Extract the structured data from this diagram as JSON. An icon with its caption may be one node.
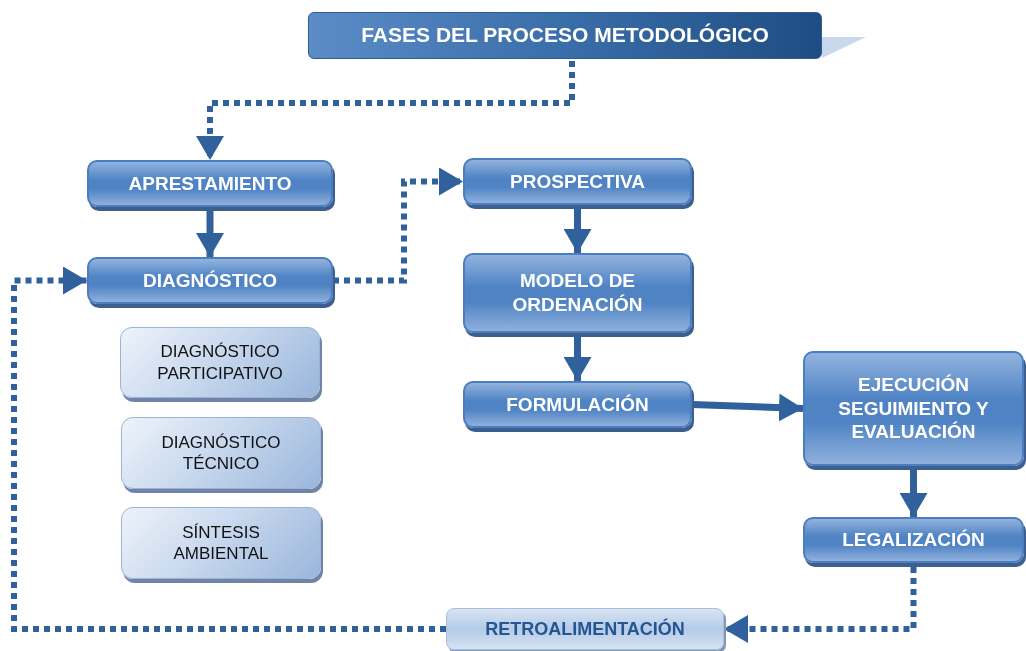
{
  "diagram": {
    "nodes": [
      {
        "text": [
          "FASES DEL PROCESO METODOLÓGICO"
        ]
      },
      {
        "text": [
          "APRESTAMIENTO"
        ]
      },
      {
        "text": [
          "DIAGNÓSTICO"
        ]
      },
      {
        "text": [
          "DIAGNÓSTICO PARTICIPATIVO"
        ]
      },
      {
        "text": [
          "DIAGNÓSTICO TÉCNICO"
        ]
      },
      {
        "text": [
          "SÍNTESIS AMBIENTAL"
        ]
      },
      {
        "text": [
          "PROSPECTIVA"
        ]
      },
      {
        "text": [
          "MODELO DE ORDENACIÓN"
        ]
      },
      {
        "text": [
          "FORMULACIÓN"
        ]
      },
      {
        "text": [
          "EJECUCIÓN SEGUIMIENTO Y EVALUACIÓN"
        ]
      },
      {
        "text": [
          "LEGALIZACIÓN"
        ]
      },
      {
        "text": [
          "RETROALIMENTACIÓN"
        ]
      }
    ],
    "edges": [
      {
        "from": 0,
        "to": 1,
        "arrow": "to",
        "style": "dashed"
      },
      {
        "from": 1,
        "to": 2,
        "arrow": "to"
      },
      {
        "from": 2,
        "to": 6,
        "arrow": "to",
        "style": "dashed"
      },
      {
        "from": 6,
        "to": 7,
        "arrow": "to"
      },
      {
        "from": 7,
        "to": 8,
        "arrow": "to"
      },
      {
        "from": 8,
        "to": 9,
        "arrow": "to"
      },
      {
        "from": 9,
        "to": 10,
        "arrow": "to"
      },
      {
        "from": 10,
        "to": 11,
        "arrow": "to",
        "style": "dashed"
      },
      {
        "from": 11,
        "to": 2,
        "arrow": "to",
        "style": "dashed"
      }
    ]
  }
}
